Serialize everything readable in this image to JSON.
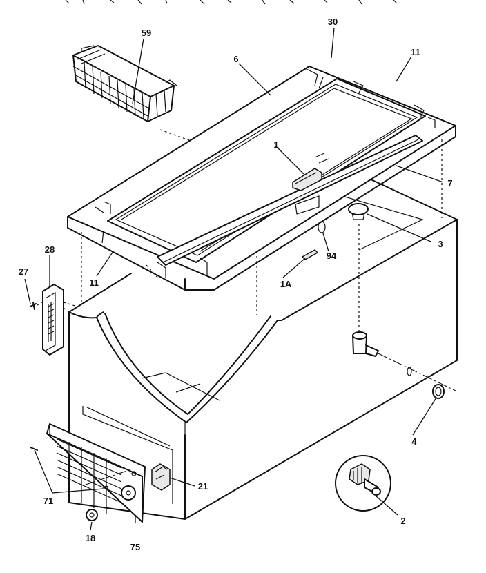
{
  "diagram": {
    "callouts": {
      "c59": "59",
      "c30": "30",
      "c6": "6",
      "c11_top": "11",
      "c1": "1",
      "c7": "7",
      "c3": "3",
      "c94": "94",
      "c28": "28",
      "c27": "27",
      "c11_left": "11",
      "c1A": "1A",
      "c4": "4",
      "c21": "21",
      "c71": "71",
      "c2": "2",
      "c18": "18",
      "c75": "75"
    }
  }
}
